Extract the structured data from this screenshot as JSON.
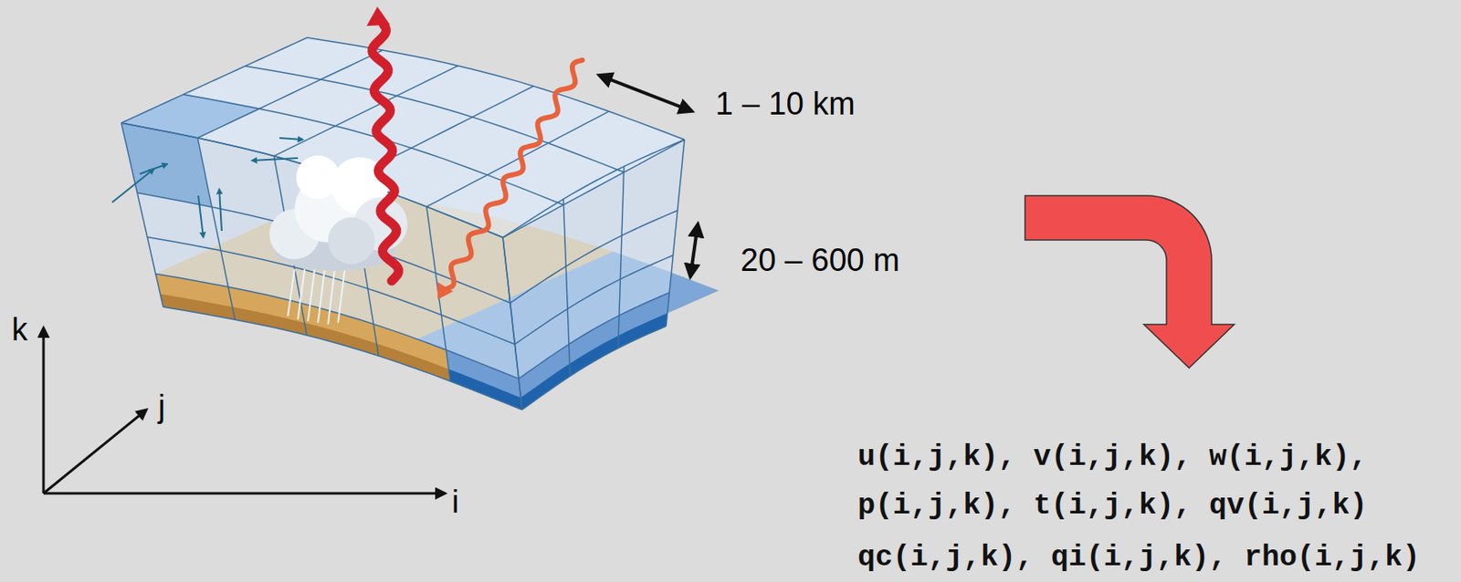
{
  "diagram": {
    "labels": [
      "1 – 10 km",
      "20 – 600 m",
      "k",
      "j",
      "i",
      "u(i,j,k), v(i,j,k), w(i,j,k),",
      "p(i,j,k), t(i,j,k), qv(i,j,k)",
      "qc(i,j,k), qi(i,j,k), rho(i,j,k)"
    ]
  }
}
